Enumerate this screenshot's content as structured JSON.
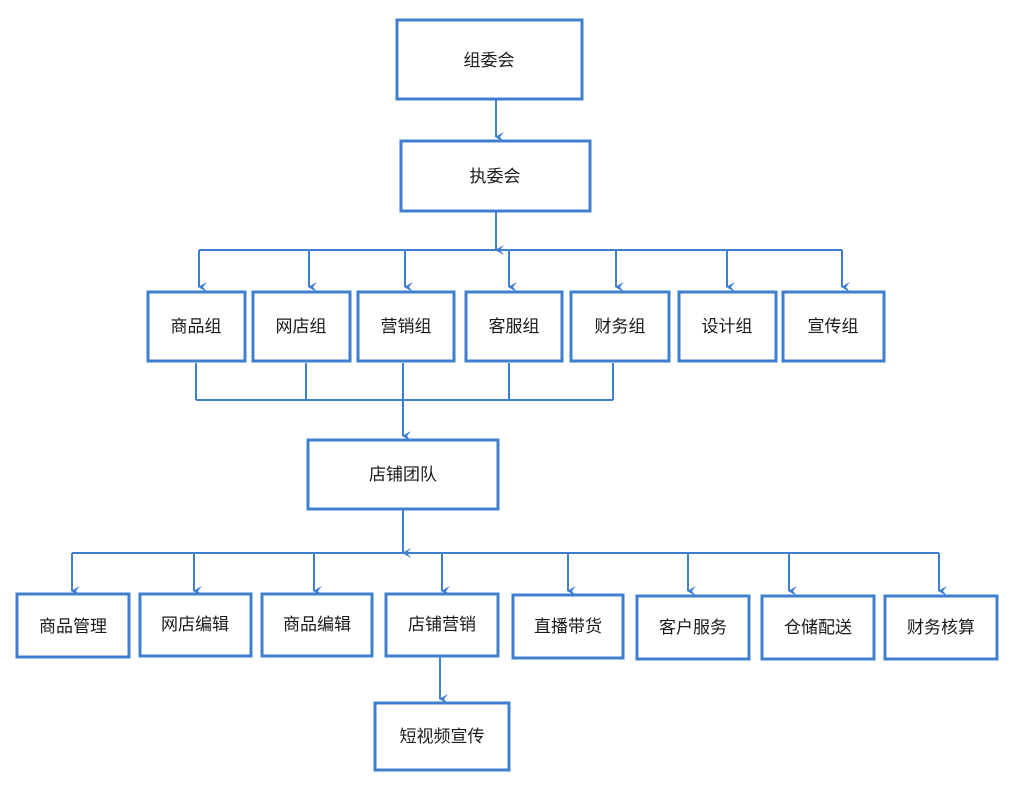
{
  "diagram": {
    "nodes": {
      "zuweihui": "组委会",
      "zhiweihui": "执委会",
      "shangpin_zu": "商品组",
      "wangdian_zu": "网店组",
      "yingxiao_zu": "营销组",
      "kefu_zu": "客服组",
      "caiwu_zu": "财务组",
      "sheji_zu": "设计组",
      "xuanchuan_zu": "宣传组",
      "dianpu_tuandui": "店铺团队",
      "shangpin_guanli": "商品管理",
      "wangdian_bianji": "网店编辑",
      "shangpin_bianji": "商品编辑",
      "dianpu_yingxiao": "店铺营销",
      "zhibo_daihuo": "直播带货",
      "kehu_fuwu": "客户服务",
      "cangchu_peisong": "仓储配送",
      "caiwu_hesuan": "财务核算",
      "duanshipin_xuanchuan": "短视频宣传"
    },
    "colors": {
      "line": "#3f7fcf",
      "box_border": "#3f7fcf",
      "text": "#1a1a1a"
    }
  }
}
